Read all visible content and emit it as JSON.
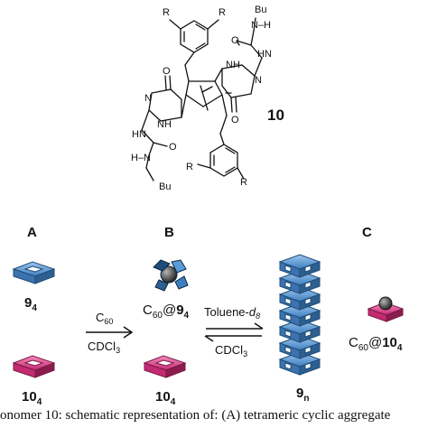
{
  "molecule": {
    "R_tl": "R",
    "R_tr": "R",
    "R_bl": "R",
    "R_br": "R",
    "Bu_top": "Bu",
    "Bu_bot": "Bu",
    "NH_top": "N–H",
    "NH_bot": "H–N",
    "HN_top": "HN",
    "HN_bot": "HN",
    "NH_ring_top": "NH",
    "NH_ring_bot": "NH",
    "N_ring_top": "N",
    "N_ring_bot": "N",
    "O_urea_top": "O",
    "O_urea_bot": "O",
    "O_ring_top": "O",
    "O_ring_bot": "O",
    "compound": "10"
  },
  "panels": {
    "A": "A",
    "B": "B",
    "C": "C"
  },
  "labels": {
    "nine4_base": "9",
    "nine4_sub": "4",
    "ten4_base": "10",
    "ten4_sub": "4",
    "ten4b_base": "10",
    "ten4b_sub": "4",
    "c60_9_4_c": "C",
    "c60_9_4_sub": "60",
    "c60_9_4_at": "@",
    "c60_9_4_9": "9",
    "c60_9_4_4": "4",
    "nine_n_base": "9",
    "nine_n_sub": "n",
    "c60_10_4_c": "C",
    "c60_10_4_sub": "60",
    "c60_10_4_at": "@",
    "c60_10_4_10": "10",
    "c60_10_4_4": "4"
  },
  "arrows": {
    "a1_top_c": "C",
    "a1_top_sub": "60",
    "a1_bot_a": "CDCl",
    "a1_bot_sub": "3",
    "a2_top_a": "Toluene-",
    "a2_top_d": "d",
    "a2_top_sub": "8",
    "a2_bot_a": "CDCl",
    "a2_bot_sub": "3"
  },
  "caption": "onomer 10: schematic representation of: (A) tetrameric cyclic aggregate",
  "colors": {
    "blue": "#5b9bd5",
    "blue_dark": "#2d5f8f",
    "pink": "#e0408a",
    "pink_dark": "#8a1d4e"
  }
}
